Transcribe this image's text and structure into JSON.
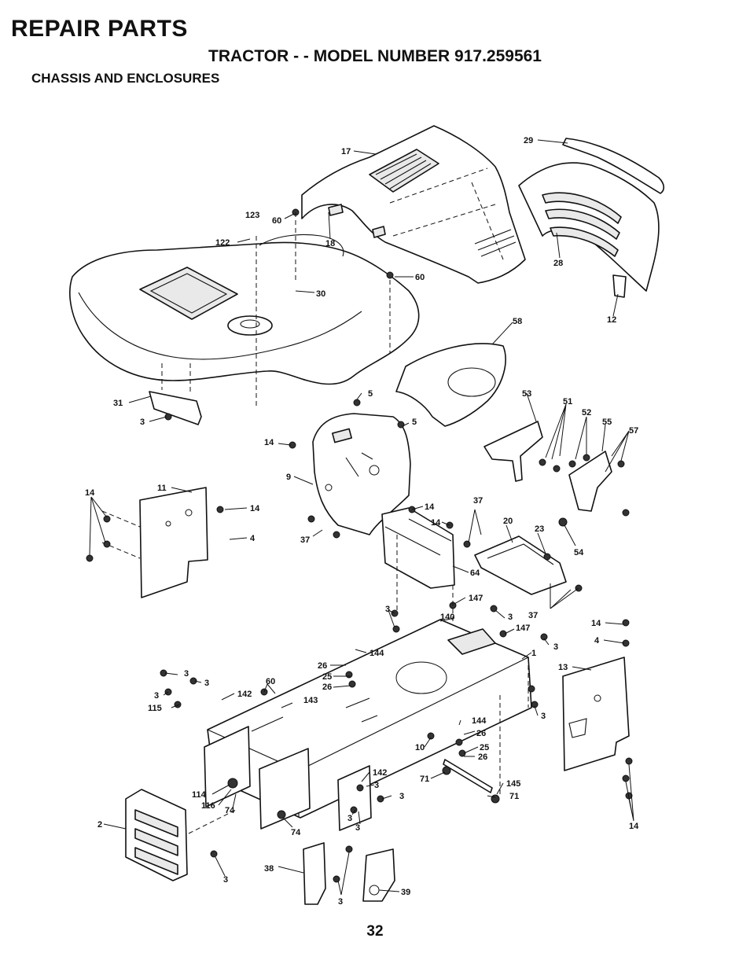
{
  "header": {
    "title": "REPAIR PARTS",
    "subtitle": "TRACTOR - - MODEL NUMBER 917.259561",
    "section": "CHASSIS AND ENCLOSURES"
  },
  "page_number": "32",
  "callouts": [
    {
      "id": "c17",
      "text": "17"
    },
    {
      "id": "c29",
      "text": "29"
    },
    {
      "id": "c123",
      "text": "123"
    },
    {
      "id": "c60a",
      "text": "60"
    },
    {
      "id": "c122",
      "text": "122"
    },
    {
      "id": "c18",
      "text": "18"
    },
    {
      "id": "c28",
      "text": "28"
    },
    {
      "id": "c60b",
      "text": "60"
    },
    {
      "id": "c30",
      "text": "30"
    },
    {
      "id": "c12",
      "text": "12"
    },
    {
      "id": "c58",
      "text": "58"
    },
    {
      "id": "c31",
      "text": "31"
    },
    {
      "id": "c5a",
      "text": "5"
    },
    {
      "id": "c53",
      "text": "53"
    },
    {
      "id": "c51",
      "text": "51"
    },
    {
      "id": "c3a",
      "text": "3"
    },
    {
      "id": "c5b",
      "text": "5"
    },
    {
      "id": "c52",
      "text": "52"
    },
    {
      "id": "c55",
      "text": "55"
    },
    {
      "id": "c57",
      "text": "57"
    },
    {
      "id": "c14a",
      "text": "14"
    },
    {
      "id": "c9",
      "text": "9"
    },
    {
      "id": "c14b",
      "text": "14"
    },
    {
      "id": "c11",
      "text": "11"
    },
    {
      "id": "c14c",
      "text": "14"
    },
    {
      "id": "c37a",
      "text": "37"
    },
    {
      "id": "c14d",
      "text": "14"
    },
    {
      "id": "c4a",
      "text": "4"
    },
    {
      "id": "c14e",
      "text": "14"
    },
    {
      "id": "c20",
      "text": "20"
    },
    {
      "id": "c23",
      "text": "23"
    },
    {
      "id": "c37b",
      "text": "37"
    },
    {
      "id": "c54",
      "text": "54"
    },
    {
      "id": "c64",
      "text": "64"
    },
    {
      "id": "c147a",
      "text": "147"
    },
    {
      "id": "c3b",
      "text": "3"
    },
    {
      "id": "c140",
      "text": "140"
    },
    {
      "id": "c3c",
      "text": "3"
    },
    {
      "id": "c37c",
      "text": "37"
    },
    {
      "id": "c14f",
      "text": "14"
    },
    {
      "id": "c147b",
      "text": "147"
    },
    {
      "id": "c4b",
      "text": "4"
    },
    {
      "id": "c144a",
      "text": "144"
    },
    {
      "id": "c3d",
      "text": "3"
    },
    {
      "id": "c1",
      "text": "1"
    },
    {
      "id": "c26a",
      "text": "26"
    },
    {
      "id": "c25a",
      "text": "25"
    },
    {
      "id": "c26b",
      "text": "26"
    },
    {
      "id": "c13",
      "text": "13"
    },
    {
      "id": "c3e",
      "text": "3"
    },
    {
      "id": "c3f",
      "text": "3"
    },
    {
      "id": "c60c",
      "text": "60"
    },
    {
      "id": "c142a",
      "text": "142"
    },
    {
      "id": "c3g",
      "text": "3"
    },
    {
      "id": "c143",
      "text": "143"
    },
    {
      "id": "c115",
      "text": "115"
    },
    {
      "id": "c3h",
      "text": "3"
    },
    {
      "id": "c144b",
      "text": "144"
    },
    {
      "id": "c26c",
      "text": "26"
    },
    {
      "id": "c10",
      "text": "10"
    },
    {
      "id": "c25b",
      "text": "25"
    },
    {
      "id": "c26d",
      "text": "26"
    },
    {
      "id": "c142b",
      "text": "142"
    },
    {
      "id": "c71a",
      "text": "71"
    },
    {
      "id": "c3i",
      "text": "3"
    },
    {
      "id": "c145",
      "text": "145"
    },
    {
      "id": "c114",
      "text": "114"
    },
    {
      "id": "c3j",
      "text": "3"
    },
    {
      "id": "c71b",
      "text": "71"
    },
    {
      "id": "c116",
      "text": "116"
    },
    {
      "id": "c74a",
      "text": "74"
    },
    {
      "id": "c3k",
      "text": "3"
    },
    {
      "id": "c3l",
      "text": "3"
    },
    {
      "id": "c2",
      "text": "2"
    },
    {
      "id": "c74b",
      "text": "74"
    },
    {
      "id": "c14g",
      "text": "14"
    },
    {
      "id": "c38",
      "text": "38"
    },
    {
      "id": "c3m",
      "text": "3"
    },
    {
      "id": "c3n",
      "text": "3"
    },
    {
      "id": "c39",
      "text": "39"
    }
  ]
}
